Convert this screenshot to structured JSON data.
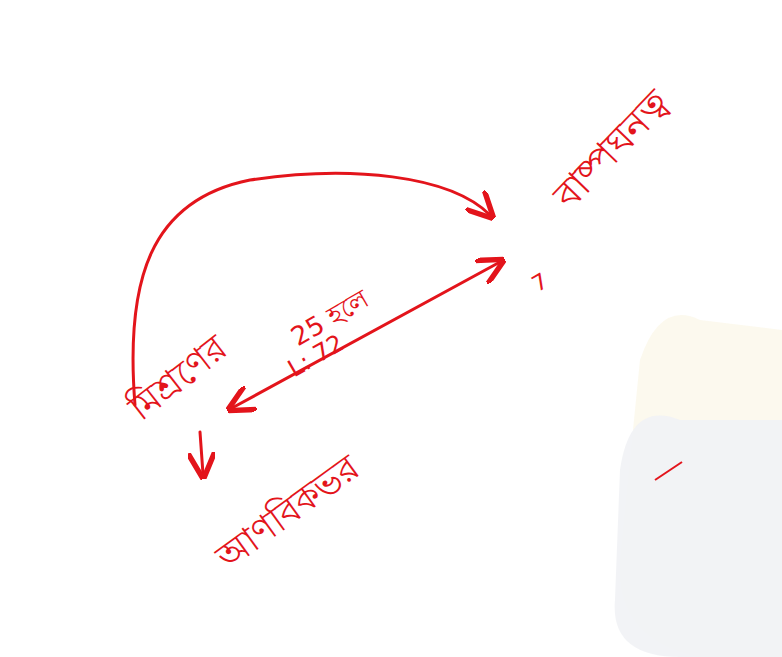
{
  "diagram": {
    "labels": [
      "মিশ্রণের",
      "25 হলে",
      "L: 72",
      "বাষ্পঘনত্ব",
      "7",
      "আণবিকভর"
    ]
  }
}
